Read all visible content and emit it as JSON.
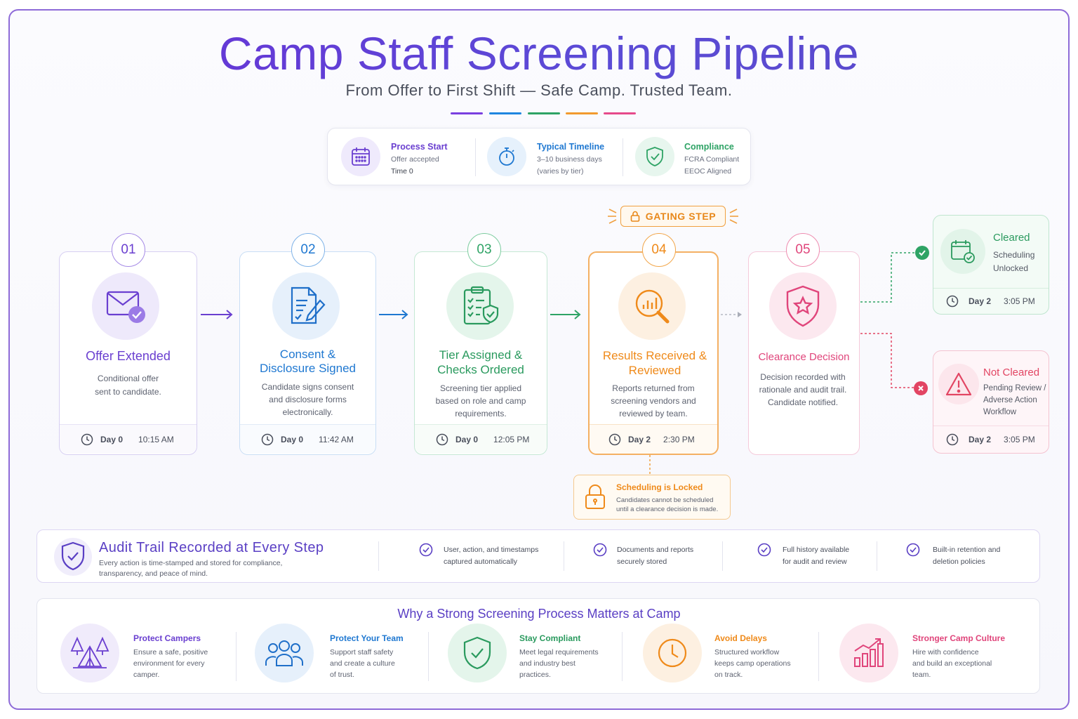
{
  "header": {
    "title": "Camp Staff Screening Pipeline",
    "subtitle": "From Offer to First Shift — Safe Camp. Trusted Team."
  },
  "colors": {
    "purple": "#6a3fd0",
    "blue": "#1f78d1",
    "green": "#2ea365",
    "orange": "#f08a1c",
    "pink": "#e0457b",
    "red": "#e24563"
  },
  "info": {
    "process_start": {
      "title": "Process Start",
      "line1": "Offer accepted",
      "line2": "Time 0",
      "icon": "calendar-icon"
    },
    "typical_timeline": {
      "title": "Typical Timeline",
      "line1": "3–10 business days",
      "line2": "(varies by tier)",
      "icon": "stopwatch-icon"
    },
    "compliance": {
      "title": "Compliance",
      "line1": "FCRA Compliant",
      "line2": "EEOC Aligned",
      "icon": "shield-check-icon"
    }
  },
  "gating_label": "GATING STEP",
  "steps": [
    {
      "num": "01",
      "title1": "Offer Extended",
      "title2": "",
      "desc1": "Conditional offer",
      "desc2": "sent to candidate.",
      "desc3": "",
      "day": "Day 0",
      "time": "10:15 AM",
      "icon": "envelope-check-icon"
    },
    {
      "num": "02",
      "title1": "Consent &",
      "title2": "Disclosure Signed",
      "desc1": "Candidate signs consent",
      "desc2": "and disclosure forms",
      "desc3": "electronically.",
      "day": "Day 0",
      "time": "11:42 AM",
      "icon": "document-pen-icon"
    },
    {
      "num": "03",
      "title1": "Tier Assigned &",
      "title2": "Checks Ordered",
      "desc1": "Screening tier applied",
      "desc2": "based on role and camp",
      "desc3": "requirements.",
      "day": "Day 0",
      "time": "12:05 PM",
      "icon": "clipboard-shield-icon"
    },
    {
      "num": "04",
      "title1": "Results Received &",
      "title2": "Reviewed",
      "desc1": "Reports returned from",
      "desc2": "screening vendors and",
      "desc3": "reviewed by team.",
      "day": "Day 2",
      "time": "2:30 PM",
      "icon": "magnifier-chart-icon"
    },
    {
      "num": "05",
      "title1": "Clearance Decision",
      "title2": "",
      "desc1": "Decision recorded with",
      "desc2": "rationale and audit trail.",
      "desc3": "Candidate notified.",
      "day": "",
      "time": "",
      "icon": "shield-star-icon"
    }
  ],
  "outcomes": {
    "cleared": {
      "title": "Cleared",
      "line1": "Scheduling",
      "line2": "Unlocked",
      "line3": "",
      "day": "Day 2",
      "time": "3:05 PM"
    },
    "not_cleared": {
      "title": "Not Cleared",
      "line1": "Pending Review /",
      "line2": "Adverse Action",
      "line3": "Workflow",
      "day": "Day 2",
      "time": "3:05 PM"
    }
  },
  "locked_note": {
    "title": "Scheduling is Locked",
    "line1": "Candidates cannot be scheduled",
    "line2": "until a clearance decision is made."
  },
  "audit": {
    "title": "Audit Trail Recorded at Every Step",
    "sub1": "Every action is time-stamped and stored for compliance,",
    "sub2": "transparency, and peace of mind.",
    "items": [
      {
        "line1": "User, action, and timestamps",
        "line2": "captured automatically"
      },
      {
        "line1": "Documents and reports",
        "line2": "securely stored"
      },
      {
        "line1": "Full history available",
        "line2": "for audit and review"
      },
      {
        "line1": "Built-in retention and",
        "line2": "deletion policies"
      }
    ]
  },
  "why": {
    "title": "Why a Strong Screening Process Matters at Camp",
    "items": [
      {
        "title": "Protect Campers",
        "line1": "Ensure a safe, positive",
        "line2": "environment for every",
        "line3": "camper.",
        "icon": "tent-trees-icon"
      },
      {
        "title": "Protect Your Team",
        "line1": "Support staff safety",
        "line2": "and create a culture",
        "line3": "of trust.",
        "icon": "team-icon"
      },
      {
        "title": "Stay Compliant",
        "line1": "Meet legal requirements",
        "line2": "and industry best",
        "line3": "practices.",
        "icon": "shield-check-icon"
      },
      {
        "title": "Avoid Delays",
        "line1": "Structured workflow",
        "line2": "keeps camp operations",
        "line3": "on track.",
        "icon": "clock-icon"
      },
      {
        "title": "Stronger Camp Culture",
        "line1": "Hire with confidence",
        "line2": "and build an exceptional",
        "line3": "team.",
        "icon": "growth-chart-icon"
      }
    ]
  }
}
